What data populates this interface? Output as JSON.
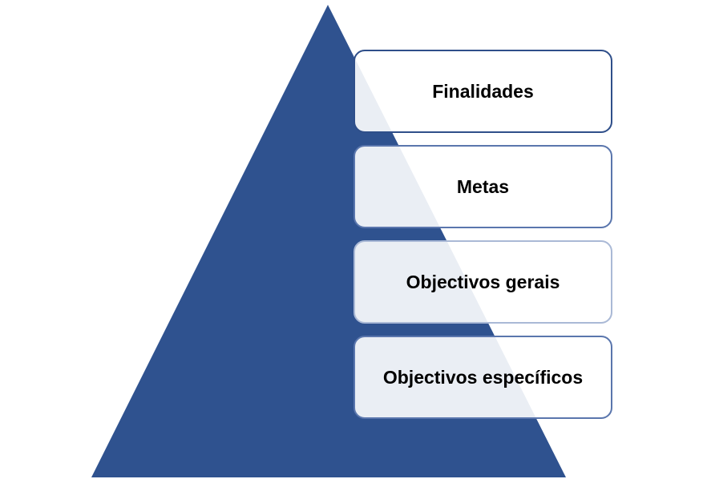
{
  "diagram": {
    "type": "pyramid-hierarchy",
    "colors": {
      "pyramid_fill": "#2f528f",
      "box_fill": "#ffffff",
      "box_border": "#2f4f8a",
      "label_color": "#000000"
    },
    "levels": [
      {
        "label": "Finalidades"
      },
      {
        "label": "Metas"
      },
      {
        "label": "Objectivos gerais"
      },
      {
        "label": "Objectivos específicos"
      }
    ]
  }
}
